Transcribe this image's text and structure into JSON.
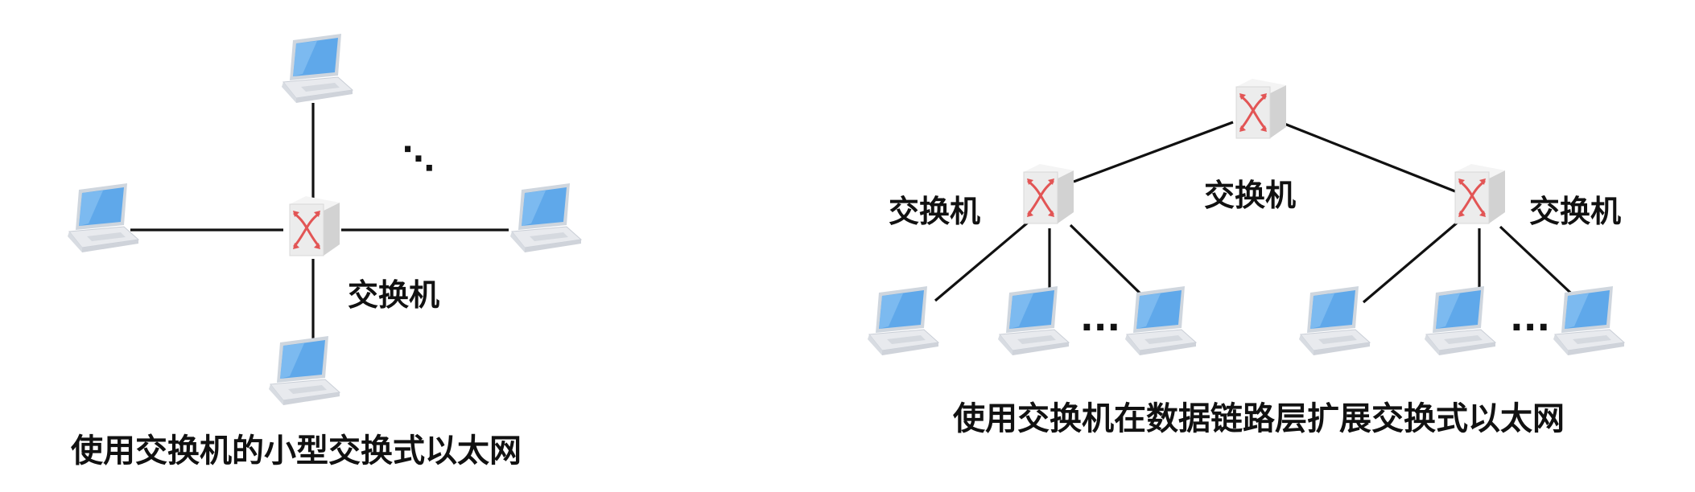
{
  "left": {
    "switch_label": "交换机",
    "ellipsis": "⋱",
    "caption": "使用交换机的小型交换式以太网"
  },
  "right": {
    "root_switch_label": "交换机",
    "left_switch_label": "交换机",
    "right_switch_label": "交换机",
    "ellipsis_left": "···",
    "ellipsis_right": "···",
    "caption": "使用交换机在数据链路层扩展交换式以太网"
  },
  "colors": {
    "link": "#111111",
    "screen": "#5fa8ea",
    "laptop_body": "#e8eaee",
    "switch_face": "#eeeeee",
    "switch_arrow": "#e25555"
  },
  "icons": [
    "laptop-icon",
    "switch-icon"
  ]
}
